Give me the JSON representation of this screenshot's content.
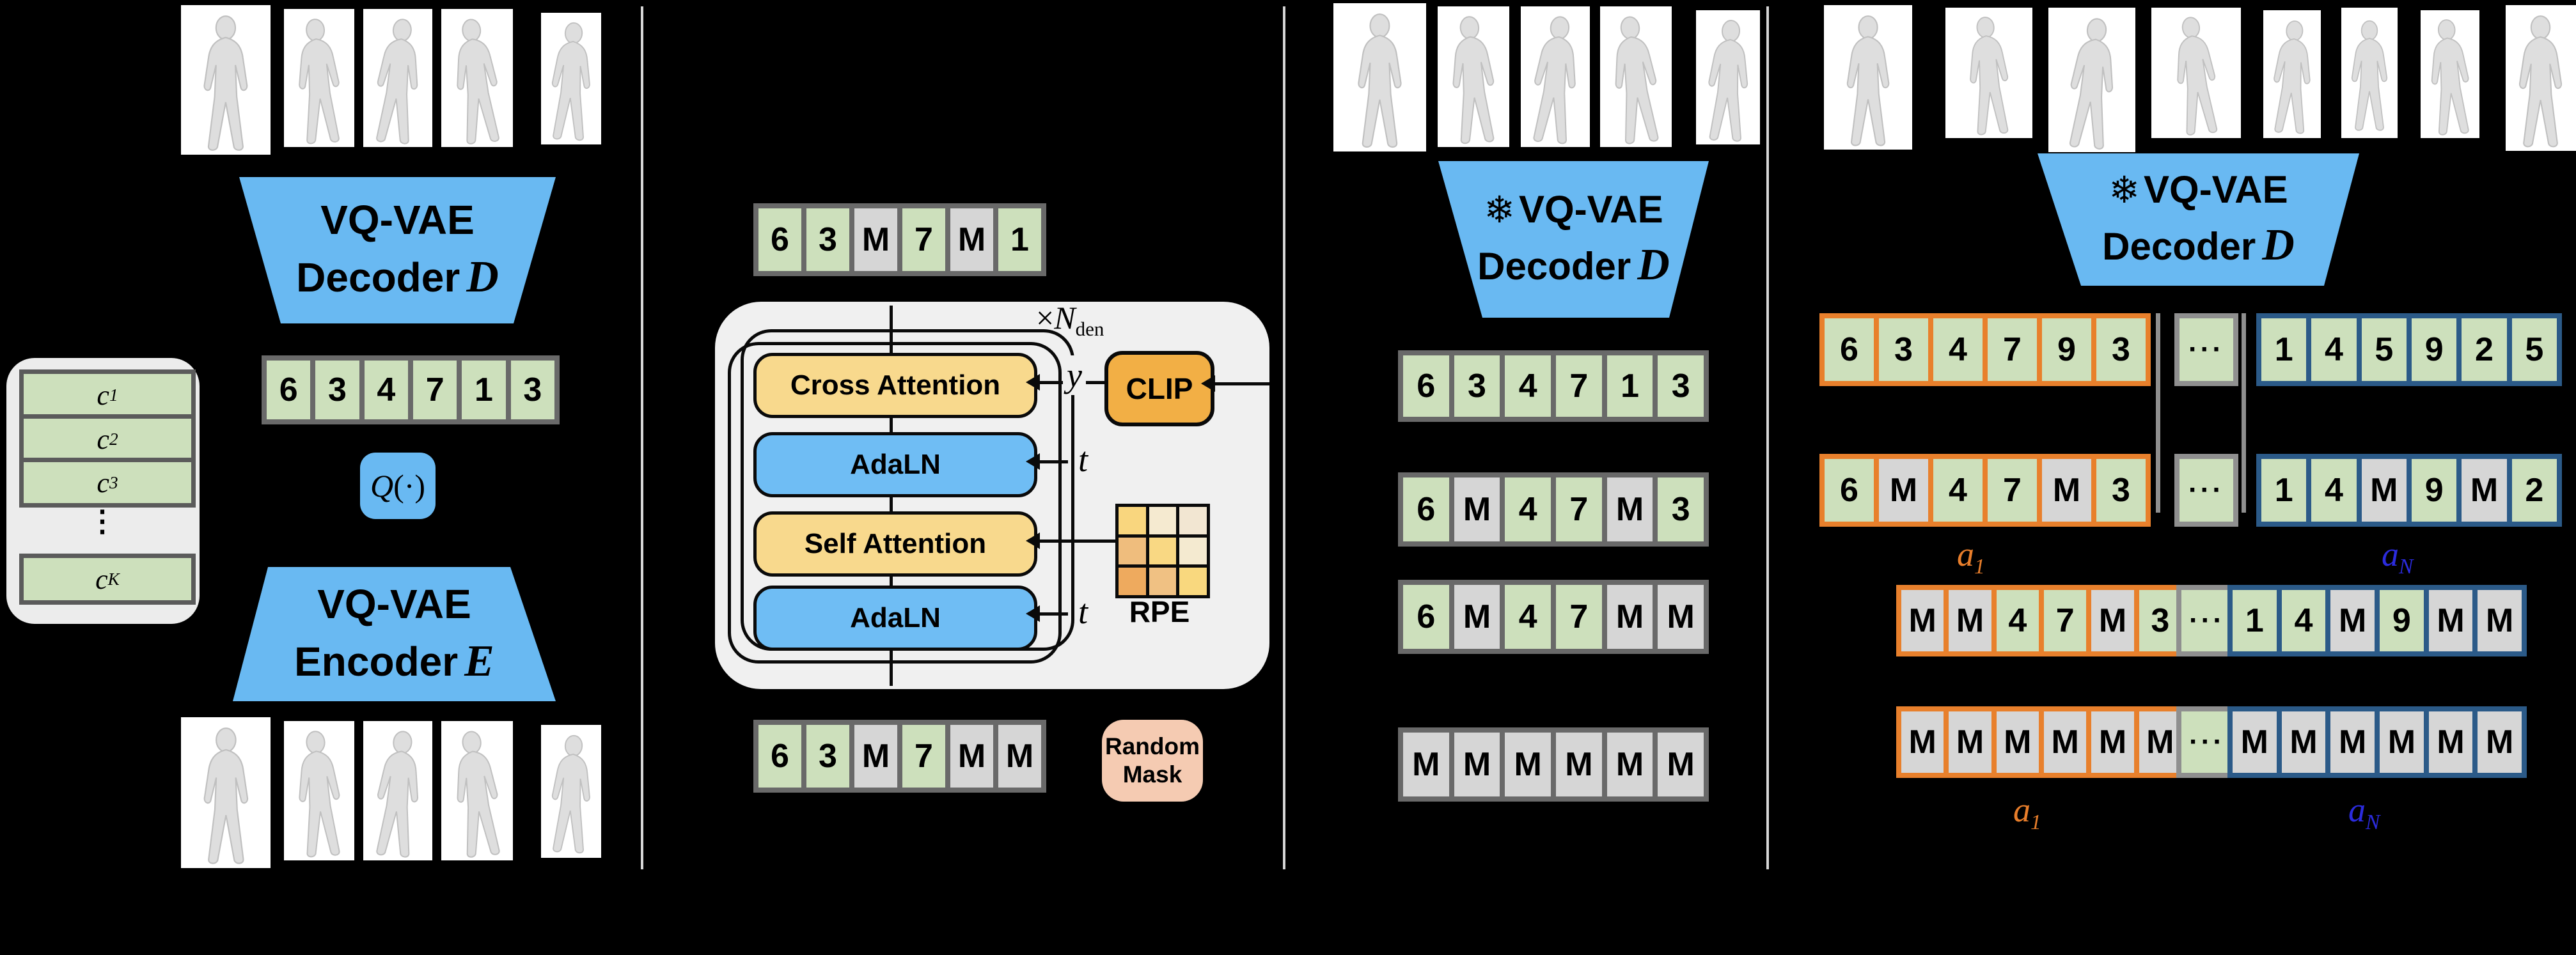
{
  "figure": {
    "title": "Motion VQ-VAE and masked denoising diagram"
  },
  "colors": {
    "background": "#000000",
    "panel_divider": "#d6d6d6",
    "trapezoid_blue": "#69b9f2",
    "token_green": "#cde0bc",
    "token_gray": "#d6d6d6",
    "token_frame_gray": "#696969",
    "dots_frame_gray": "#8f8f8f",
    "group_orange": "#e8802c",
    "group_blue": "#2b5a88",
    "block_yellow": "#f8d98d",
    "block_blue": "#6fbdf4",
    "clip_orange": "#f2af45",
    "denoiser_bg": "#f0f0f0",
    "codebook_bg": "#ececec",
    "random_mask_pink": "#f5cbb2",
    "label_orange": "#e87e2b",
    "label_blue": "#2b2bdd",
    "rpe_cells": [
      "#f9d67e",
      "#f5ead0",
      "#f2e6d2",
      "#efbd7d",
      "#f9d883",
      "#f4ead0",
      "#eeaa5e",
      "#f0c183",
      "#f9d87e"
    ]
  },
  "panel1": {
    "decoder": {
      "line1": "VQ-VAE",
      "line2": "Decoder",
      "symbol": "D"
    },
    "encoder": {
      "line1": "VQ-VAE",
      "line2": "Encoder",
      "symbol": "E"
    },
    "quantizer": {
      "symbol": "Q",
      "rest": "(·)"
    },
    "tokens": [
      "6",
      "3",
      "4",
      "7",
      "1",
      "3"
    ],
    "codebook": {
      "entries": [
        {
          "base": "c",
          "sub": "1"
        },
        {
          "base": "c",
          "sub": "2"
        },
        {
          "base": "c",
          "sub": "3"
        },
        {
          "base": "c",
          "sub": "K"
        }
      ],
      "ellipsis": "⋮"
    }
  },
  "panel2": {
    "input_tokens": [
      "6",
      "3",
      "M",
      "7",
      "M",
      "1"
    ],
    "output_tokens": [
      "6",
      "3",
      "M",
      "7",
      "M",
      "M"
    ],
    "repeat": {
      "prefix": "×",
      "base": "N",
      "sub": "den"
    },
    "blocks": [
      "Cross Attention",
      "AdaLN",
      "Self Attention",
      "AdaLN"
    ],
    "clip": "CLIP",
    "rpe": "RPE",
    "random_mask": [
      "Random",
      "Mask"
    ],
    "cond_y": "y",
    "cond_t": "t"
  },
  "panel3": {
    "decoder": {
      "frozen": "❄",
      "line1": "VQ-VAE",
      "line2": "Decoder",
      "symbol": "D"
    },
    "rows": [
      [
        "6",
        "3",
        "4",
        "7",
        "1",
        "3"
      ],
      [
        "6",
        "M",
        "4",
        "7",
        "M",
        "3"
      ],
      [
        "6",
        "M",
        "4",
        "7",
        "M",
        "M"
      ],
      [
        "M",
        "M",
        "M",
        "M",
        "M",
        "M"
      ]
    ]
  },
  "panel4": {
    "decoder": {
      "frozen": "❄",
      "line1": "VQ-VAE",
      "line2": "Decoder",
      "symbol": "D"
    },
    "dots": "···",
    "rows": [
      {
        "left": [
          "6",
          "3",
          "4",
          "7",
          "9",
          "3"
        ],
        "right": [
          "1",
          "4",
          "5",
          "9",
          "2",
          "5"
        ]
      },
      {
        "left": [
          "6",
          "M",
          "4",
          "7",
          "M",
          "3"
        ],
        "right": [
          "1",
          "4",
          "M",
          "9",
          "M",
          "2"
        ]
      },
      {
        "left": [
          "M",
          "M",
          "4",
          "7",
          "M",
          "3"
        ],
        "right": [
          "1",
          "4",
          "M",
          "9",
          "M",
          "M"
        ]
      },
      {
        "left": [
          "M",
          "M",
          "M",
          "M",
          "M",
          "M"
        ],
        "right": [
          "M",
          "M",
          "M",
          "M",
          "M",
          "M"
        ]
      }
    ],
    "labels": {
      "a1": {
        "base": "a",
        "sub": "1"
      },
      "aN": {
        "base": "a",
        "sub": "N"
      }
    }
  }
}
